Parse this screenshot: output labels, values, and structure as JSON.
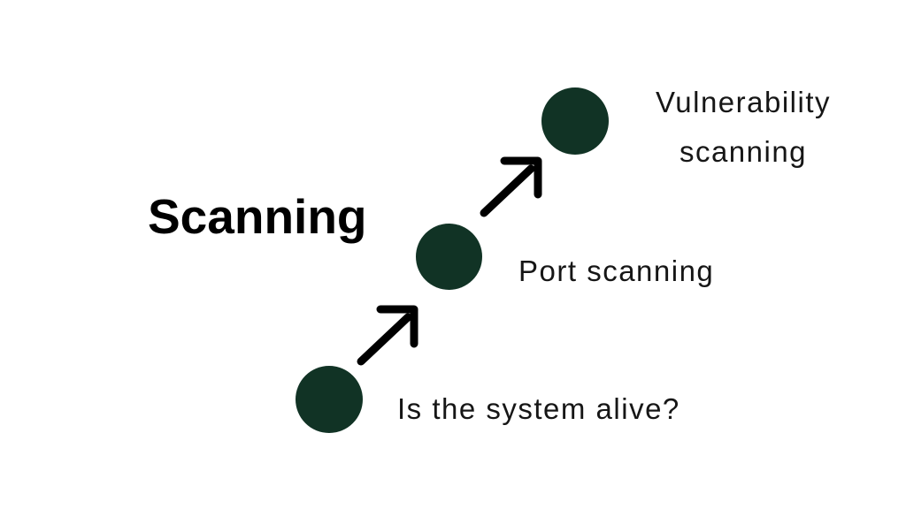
{
  "diagram": {
    "title": "Scanning",
    "steps": [
      {
        "order": 1,
        "label": "Is the system alive?"
      },
      {
        "order": 2,
        "label": "Port scanning"
      },
      {
        "order": 3,
        "label": "Vulnerability scanning"
      }
    ]
  },
  "colors": {
    "bg": "#ffffff",
    "circle": "#113325",
    "arrow": "#000000",
    "title": "#000000",
    "text": "#161616"
  }
}
